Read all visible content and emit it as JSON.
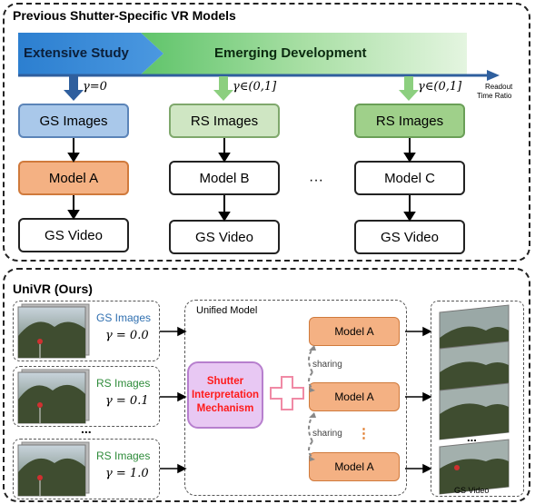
{
  "top": {
    "title": "Previous Shutter-Specific VR Models",
    "banner_left": "Extensive Study",
    "banner_right": "Emerging Development",
    "axis_label_line1": "Readout",
    "axis_label_line2": "Time Ratio",
    "gamma_gs": "γ=0",
    "gamma_rs1": "γ∈(0,1]",
    "gamma_rs2": "γ∈(0,1]",
    "col1": {
      "images": "GS Images",
      "model": "Model A",
      "video": "GS Video"
    },
    "col2": {
      "images": "RS Images",
      "model": "Model B",
      "video": "GS Video"
    },
    "col3": {
      "images": "RS Images",
      "model": "Model C",
      "video": "GS Video"
    },
    "ellipsis": "···"
  },
  "bottom": {
    "title": "UniVR (Ours)",
    "inputs": [
      {
        "label": "GS Images",
        "gamma": "γ = 0.0"
      },
      {
        "label": "RS Images",
        "gamma": "γ = 0.1"
      },
      {
        "label": "RS Images",
        "gamma": "γ = 1.0"
      }
    ],
    "inputs_ellipsis": "...",
    "unified_label": "Unified Model",
    "shutter_text": "Shutter Interpretation Mechanism",
    "plus": "+",
    "models": [
      "Model A",
      "Model A",
      "Model A"
    ],
    "sharing1": "sharing",
    "sharing2": "sharing",
    "models_ellipsis": "⋮",
    "outputs_ellipsis": "...",
    "output_label": "GS Video"
  },
  "colors": {
    "gs_blue": "#a9c8ea",
    "rs_green_light": "#cfe6c3",
    "rs_green": "#9fd08a",
    "model_orange": "#f4b183",
    "shutter_purple": "#e8c8f3",
    "plus_pink": "#f7c2d0",
    "shutter_text_red": "#ff1a1a"
  }
}
